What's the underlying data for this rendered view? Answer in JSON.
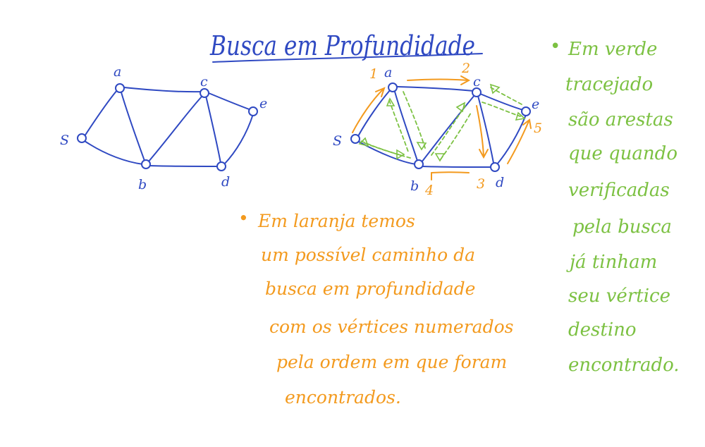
{
  "title": "Busca em Profundidade",
  "colors": {
    "graph": "#2f49c2",
    "dfs_path": "#f39a1e",
    "visited_edges": "#7cc142"
  },
  "graph_left": {
    "nodes": [
      {
        "id": "a",
        "label": "a"
      },
      {
        "id": "c",
        "label": "c"
      },
      {
        "id": "e",
        "label": "e"
      },
      {
        "id": "s",
        "label": "S"
      },
      {
        "id": "b",
        "label": "b"
      },
      {
        "id": "d",
        "label": "d"
      }
    ],
    "edges": [
      [
        "s",
        "a"
      ],
      [
        "s",
        "b"
      ],
      [
        "a",
        "b"
      ],
      [
        "a",
        "c"
      ],
      [
        "b",
        "c"
      ],
      [
        "b",
        "d"
      ],
      [
        "c",
        "d"
      ],
      [
        "c",
        "e"
      ],
      [
        "d",
        "e"
      ]
    ]
  },
  "graph_right": {
    "nodes": [
      {
        "id": "a",
        "label": "a"
      },
      {
        "id": "c",
        "label": "c"
      },
      {
        "id": "e",
        "label": "e"
      },
      {
        "id": "s",
        "label": "S"
      },
      {
        "id": "b",
        "label": "b"
      },
      {
        "id": "d",
        "label": "d"
      }
    ],
    "edges": [
      [
        "s",
        "a"
      ],
      [
        "s",
        "b"
      ],
      [
        "a",
        "b"
      ],
      [
        "a",
        "c"
      ],
      [
        "b",
        "c"
      ],
      [
        "b",
        "d"
      ],
      [
        "c",
        "d"
      ],
      [
        "c",
        "e"
      ],
      [
        "d",
        "e"
      ]
    ],
    "visit_order": [
      {
        "node": "a",
        "order": "1"
      },
      {
        "node": "c",
        "order": "2"
      },
      {
        "node": "d",
        "order": "3"
      },
      {
        "node": "b",
        "order": "4"
      },
      {
        "node": "e",
        "order": "5"
      }
    ]
  },
  "notes": {
    "orange": {
      "bullet": "•",
      "lines": [
        "Em laranja temos",
        "um possível caminho da",
        "busca em profundidade",
        "com os vértices numerados",
        "pela ordem em que foram",
        "encontrados."
      ]
    },
    "green": {
      "bullet": "•",
      "lines": [
        "Em verde",
        "tracejado",
        "são arestas",
        "que quando",
        "verificadas",
        "pela busca",
        "já tinham",
        "seu vértice",
        "destino",
        "encontrado."
      ]
    }
  }
}
